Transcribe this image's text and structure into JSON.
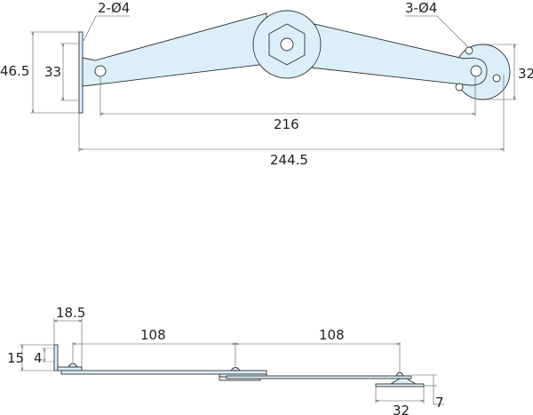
{
  "top_view": {
    "label_left_holes": "2-Ø4",
    "label_right_holes": "3-Ø4",
    "dim_plate_height": "46.5",
    "dim_hole_spacing": "33",
    "dim_flange_diameter": "32",
    "dim_pivot_distance": "216",
    "dim_overall_length": "244.5"
  },
  "side_view": {
    "dim_bracket_width": "18.5",
    "dim_segment_1": "108",
    "dim_segment_2": "108",
    "dim_bracket_height": "15",
    "dim_hole_offset": "4",
    "dim_flange_width": "32",
    "dim_flange_height": "7"
  },
  "colors": {
    "part_fill": "#dceefa",
    "outline": "#333333"
  }
}
